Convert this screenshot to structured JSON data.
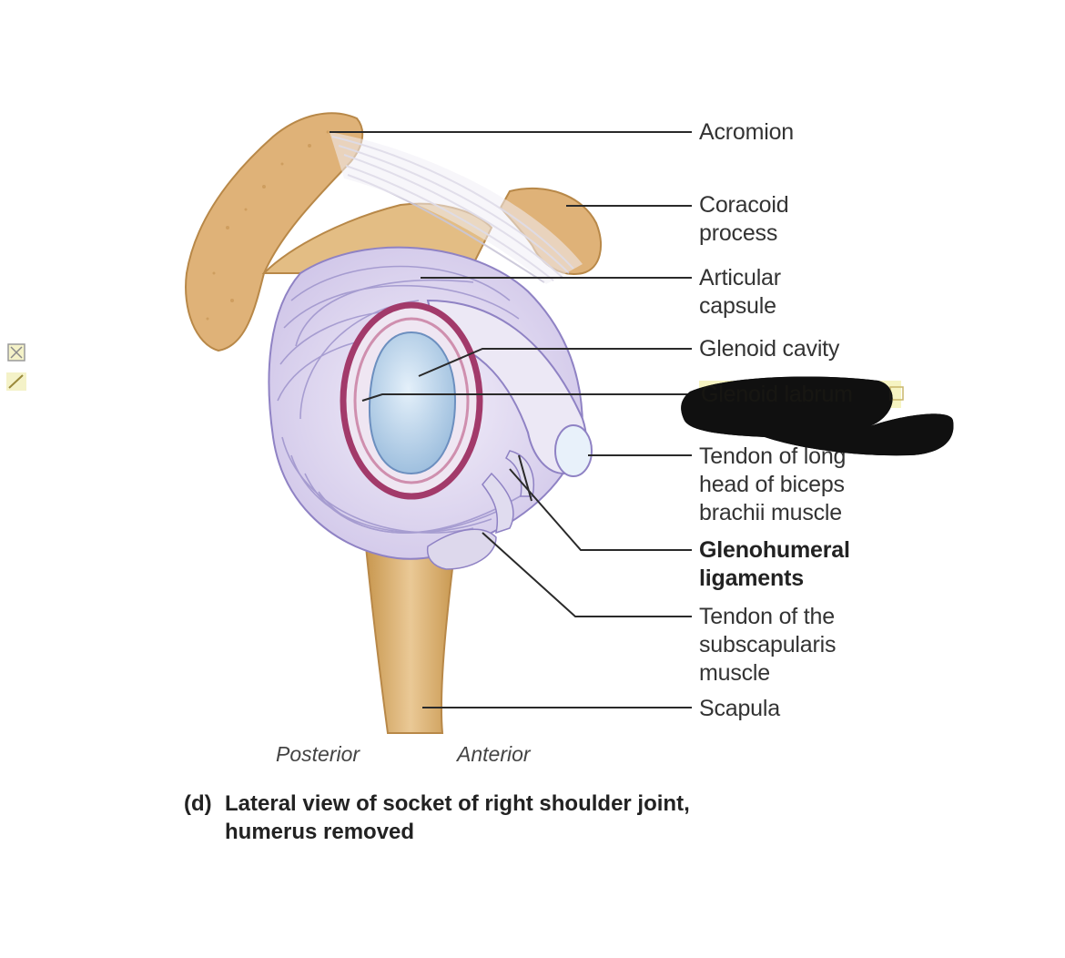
{
  "figure": {
    "labels": {
      "acromion": "Acromion",
      "coracoid_1": "Coracoid",
      "coracoid_2": "process",
      "capsule_1": "Articular",
      "capsule_2": "capsule",
      "glenoid_cavity": "Glenoid cavity",
      "glenoid_labrum": "Glenoid labrum",
      "biceps_1": "Tendon of long",
      "biceps_2": "head of biceps",
      "biceps_3": "brachii muscle",
      "glenohumeral_1": "Glenohumeral",
      "glenohumeral_2": "ligaments",
      "subscap_1": "Tendon of the",
      "subscap_2": "subscapularis",
      "subscap_3": "muscle",
      "scapula": "Scapula"
    },
    "orientation": {
      "posterior": "Posterior",
      "anterior": "Anterior"
    },
    "caption": {
      "prefix": "(d)",
      "line1": "Lateral view of socket of right shoulder joint,",
      "line2": "humerus removed"
    }
  },
  "colors": {
    "bone": "#e0b77a",
    "bone_dark": "#b88848",
    "capsule": "#dcd4ee",
    "capsule_line": "#8f82c4",
    "labrum": "#a23a6a",
    "cavity": "#b6d3ea",
    "leader": "#2a2a2a",
    "redaction": "#111111",
    "highlight": "#f2f0a8"
  },
  "icons": [
    "broken-image-icon",
    "annotation-pen-icon"
  ]
}
